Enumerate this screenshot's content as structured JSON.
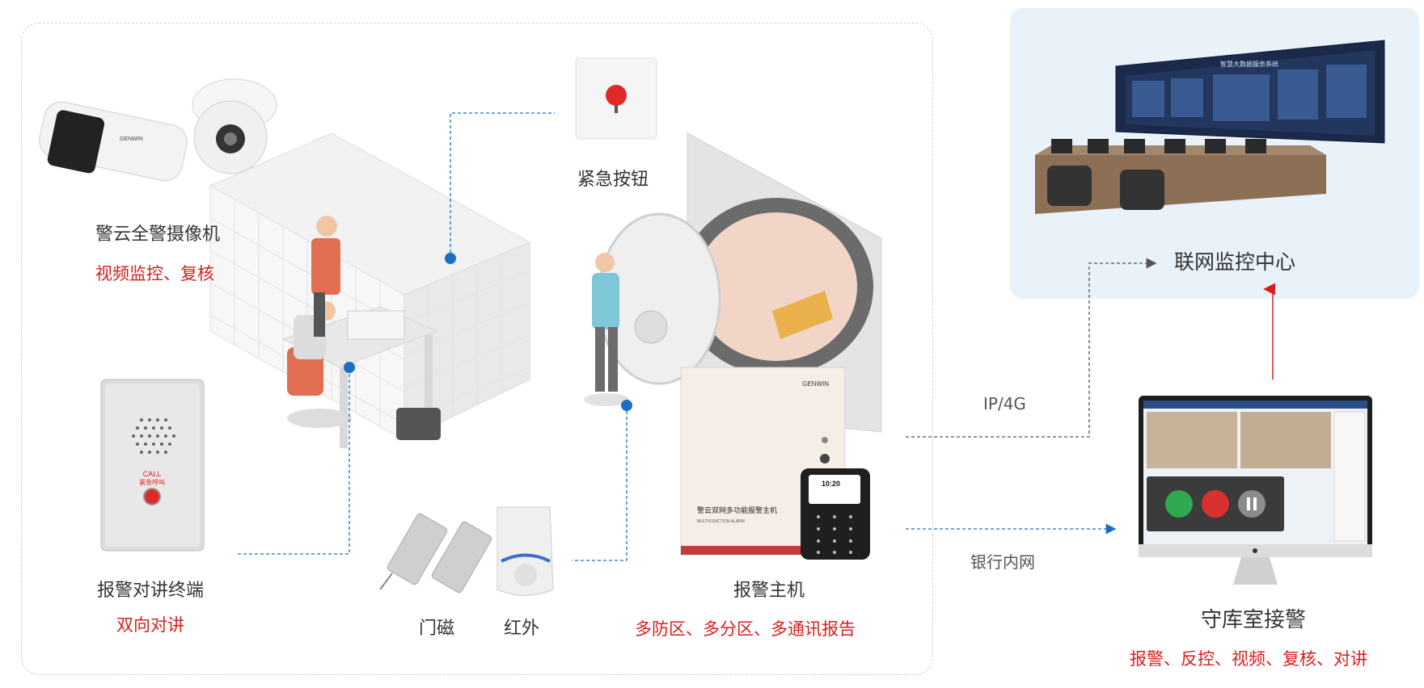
{
  "camera": {
    "title": "警云全警摄像机",
    "subtitle": "视频监控、复核",
    "brand": "GENWIN"
  },
  "panic_button": {
    "title": "紧急按钮"
  },
  "intercom": {
    "title": "报警对讲终端",
    "subtitle": "双向对讲",
    "call_text": "CALL",
    "call_text_cn": "紧急呼叫"
  },
  "door_contact": {
    "title": "门磁"
  },
  "infrared": {
    "title": "红外"
  },
  "alarm_host": {
    "title": "报警主机",
    "subtitle": "多防区、多分区、多通讯报告",
    "panel_text": "警云双网多功能报警主机",
    "panel_text_en": "MULTIFUNCTION ALARM",
    "brand": "GENWIN",
    "keypad_time": "10:20"
  },
  "monitor_center": {
    "title": "联网监控中心",
    "screen_title": "智慧大数据服务系统"
  },
  "vault_room": {
    "title": "守库室接警",
    "subtitle": "报警、反控、视频、复核、对讲"
  },
  "links": {
    "ip4g": "IP/4G",
    "bank_intranet": "银行内网"
  },
  "colors": {
    "accent_red": "#d81e1e",
    "node_blue": "#1a6fc4",
    "panel_bg": "#e9f1f9",
    "screen_dark": "#1b2a4a"
  }
}
